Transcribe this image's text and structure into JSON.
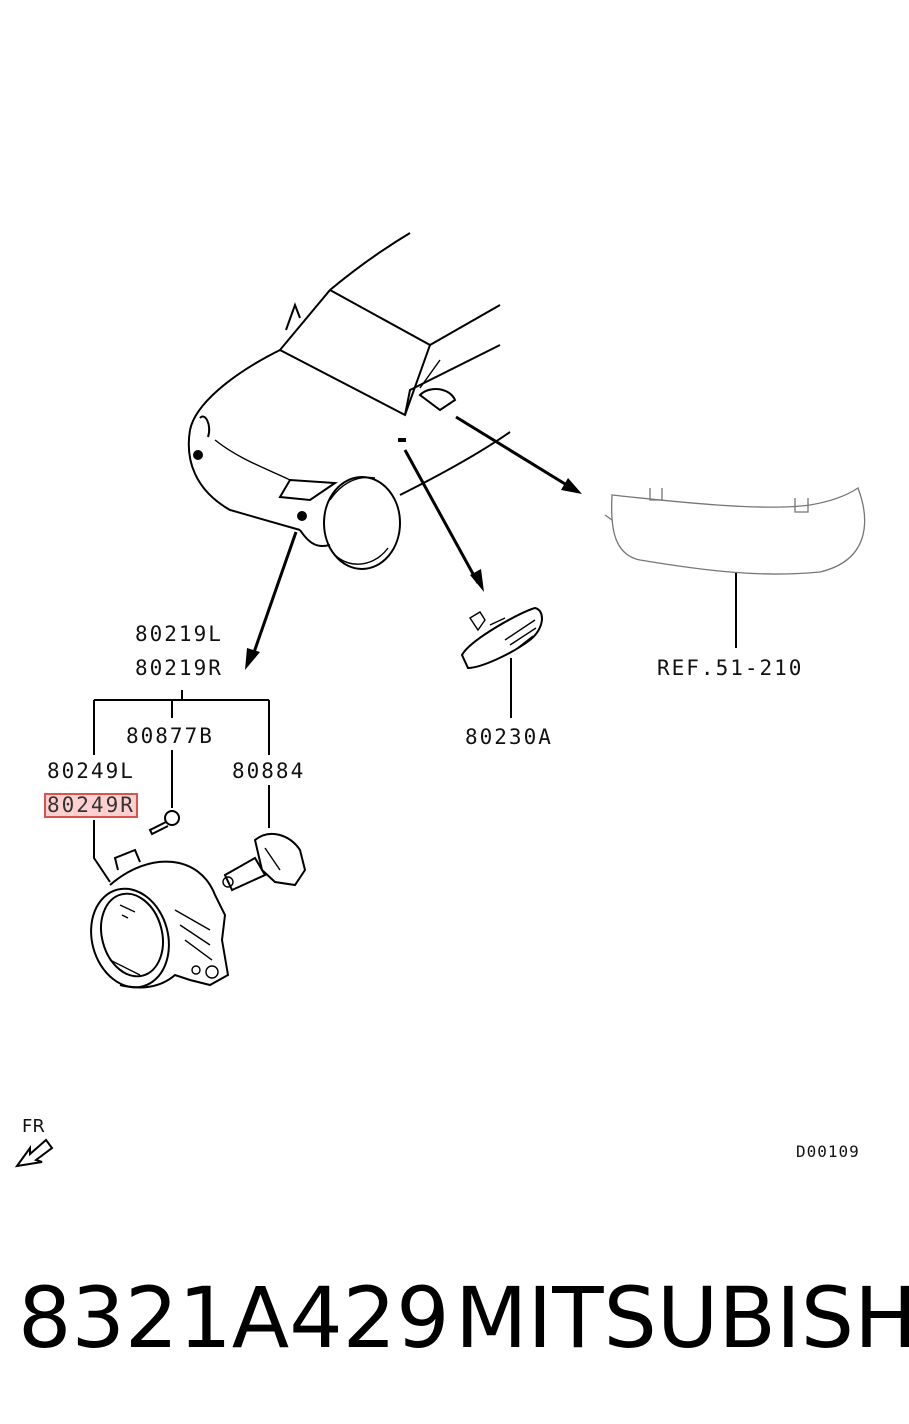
{
  "labels": {
    "fog_lamp_left": "80219L",
    "fog_lamp_right": "80219R",
    "screw": "80877B",
    "lamp_body_left": "80249L",
    "lamp_body_right_highlighted": "80249R",
    "bulb": "80884",
    "side_turn_lamp": "80230A",
    "reference": "REF.51-210"
  },
  "front_indicator": "FR",
  "drawing_code": "D00109",
  "footer": {
    "part_number": "8321A429",
    "brand": "MITSUBISHI"
  },
  "colors": {
    "highlight_border": "#d9534f",
    "highlight_fill": "#ff7878"
  }
}
